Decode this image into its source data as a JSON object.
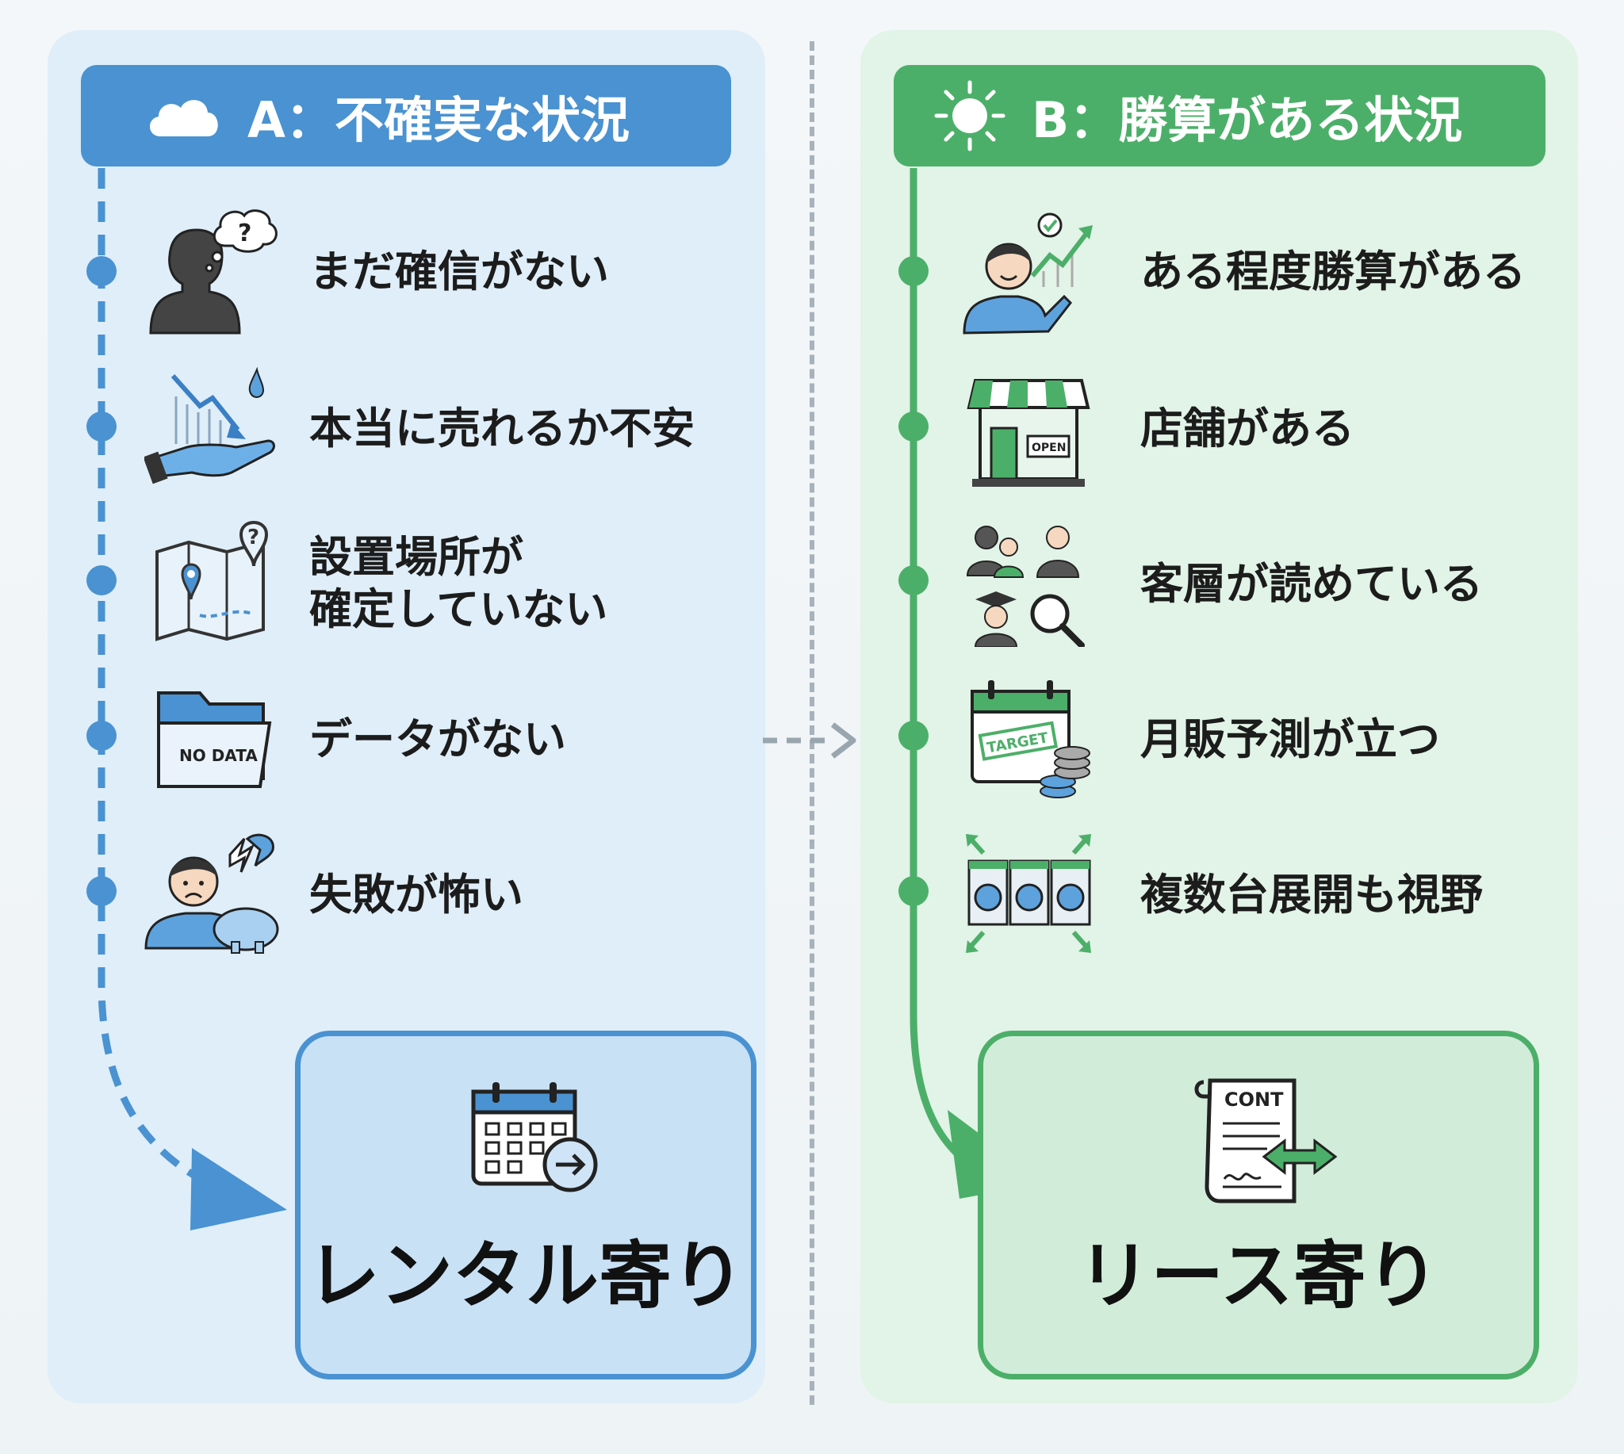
{
  "panels": {
    "a": {
      "header": "A：不確実な状況",
      "items": [
        {
          "label": "まだ確信がない",
          "icon": "person-question-icon"
        },
        {
          "label": "本当に売れるか不安",
          "icon": "falling-chart-hand-icon"
        },
        {
          "label": "設置場所が\n確定していない",
          "icon": "map-question-icon"
        },
        {
          "label": "データがない",
          "icon": "no-data-folder-icon",
          "icon_text": "NO DATA"
        },
        {
          "label": "失敗が怖い",
          "icon": "worried-person-piggybank-icon"
        }
      ],
      "result": "レンタル寄り",
      "result_icon": "calendar-arrow-icon"
    },
    "b": {
      "header": "B：勝算がある状況",
      "items": [
        {
          "label": "ある程度勝算がある",
          "icon": "person-growth-chart-icon"
        },
        {
          "label": "店舗がある",
          "icon": "storefront-icon",
          "icon_text": "OPEN"
        },
        {
          "label": "客層が読めている",
          "icon": "customer-group-search-icon"
        },
        {
          "label": "月販予測が立つ",
          "icon": "target-calendar-coins-icon",
          "icon_text": "TARGET"
        },
        {
          "label": "複数台展開も視野",
          "icon": "washing-machines-expand-icon"
        }
      ],
      "result": "リース寄り",
      "result_icon": "contract-exchange-icon",
      "result_icon_text": "CONT"
    }
  },
  "colors": {
    "blue": "#4a92d1",
    "green": "#4caf69",
    "panel_a_bg": "#dfeef9",
    "panel_b_bg": "#e2f3e7"
  }
}
